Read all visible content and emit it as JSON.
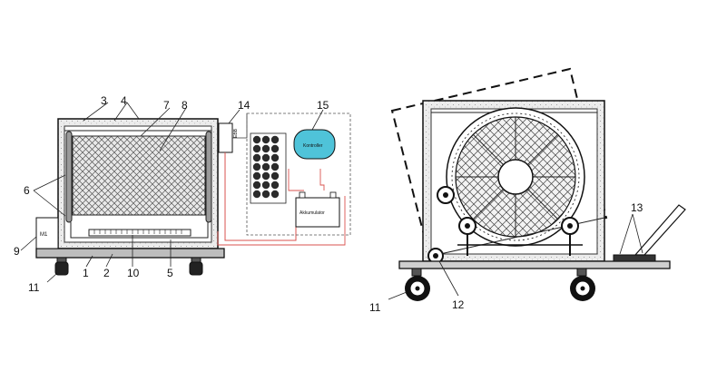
{
  "left_diagram": {
    "labels": {
      "n1": "1",
      "n2": "2",
      "n3": "3",
      "n4": "4",
      "n5": "5",
      "n6": "6",
      "n7": "7",
      "n8": "8",
      "n9": "9",
      "n10": "10",
      "n11": "11",
      "n14": "14",
      "n15": "15"
    },
    "motor_text": "M1",
    "ebb_text": "EBB",
    "controller_text": "Kontroller",
    "battery_text": "Akkumulator"
  },
  "right_diagram": {
    "labels": {
      "n11": "11",
      "n12": "12",
      "n13": "13"
    }
  },
  "colors": {
    "line": "#111111",
    "wire_red": "#d9534f",
    "controller_fill": "#4fc3d9",
    "cell_fill": "#2b2b2b",
    "insulation": "#c8c8c8"
  }
}
